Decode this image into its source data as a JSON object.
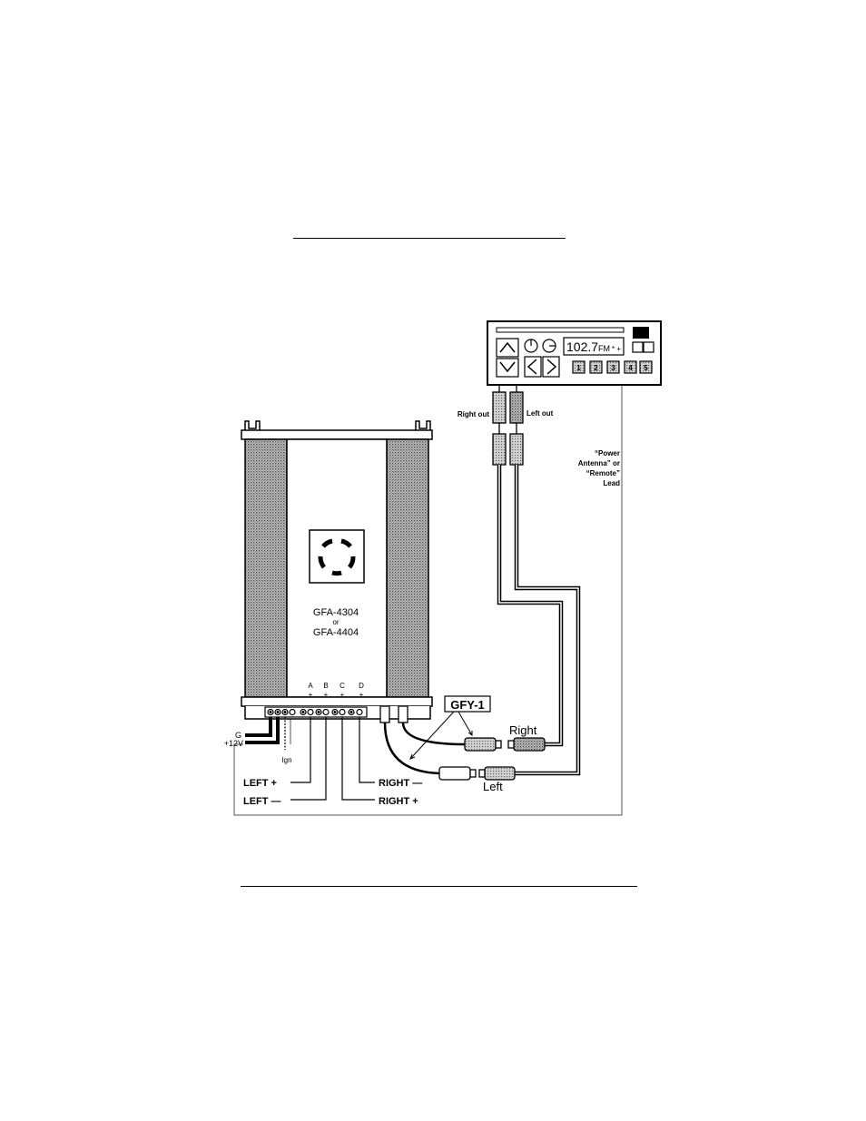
{
  "diagram": {
    "amplifier": {
      "model_line1": "GFA-4304",
      "model_or": "or",
      "model_line2": "GFA-4404",
      "terminal_letters": [
        "A",
        "B",
        "C",
        "D"
      ],
      "terminal_signs": [
        "+",
        "+",
        "+",
        "+"
      ]
    },
    "power": {
      "ground_label": "G",
      "plus12_label": "+12V",
      "ign_label": "Ign"
    },
    "headunit": {
      "display_freq": "102.7",
      "display_band": "FM",
      "display_suffix": "* +",
      "presets": [
        "1",
        "2",
        "3",
        "4",
        "5"
      ]
    },
    "cables": {
      "right_out": "Right out",
      "left_out": "Left out",
      "remote_line1": "“Power",
      "remote_line2": "Antenna” or",
      "remote_line3": "“Remote”",
      "remote_line4": "Lead",
      "adapter": "GFY-1",
      "right": "Right",
      "left": "Left"
    },
    "speakers": {
      "left_plus": "LEFT +",
      "left_minus": "LEFT —",
      "right_minus": "RIGHT —",
      "right_plus": "RIGHT +"
    }
  }
}
